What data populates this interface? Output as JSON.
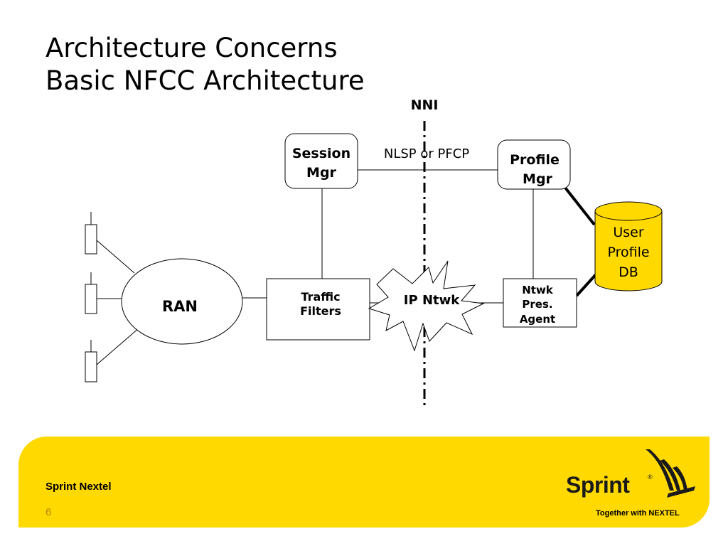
{
  "slide": {
    "title_line1": "Architecture Concerns",
    "title_line2": "Basic NFCC Architecture"
  },
  "diagram": {
    "nni_label": "NNI",
    "protocol_label": "NLSP or PFCP",
    "session_mgr": {
      "line1": "Session",
      "line2": "Mgr"
    },
    "profile_mgr": {
      "line1": "Profile",
      "line2": "Mgr"
    },
    "user_profile_db": {
      "line1": "User",
      "line2": "Profile",
      "line3": "DB"
    },
    "ran": "RAN",
    "traffic_filters": {
      "line1": "Traffic",
      "line2": "Filters"
    },
    "ip_network": "IP Ntwk",
    "presence_agent": {
      "line1": "Ntwk",
      "line2": "Pres.",
      "line3": "Agent"
    }
  },
  "footer": {
    "company": "Sprint Nextel",
    "page_number": "6",
    "logo_word": "Sprint",
    "logo_mark": "®",
    "tagline": "Together with NEXTEL",
    "accent_color": "#ffd900"
  }
}
